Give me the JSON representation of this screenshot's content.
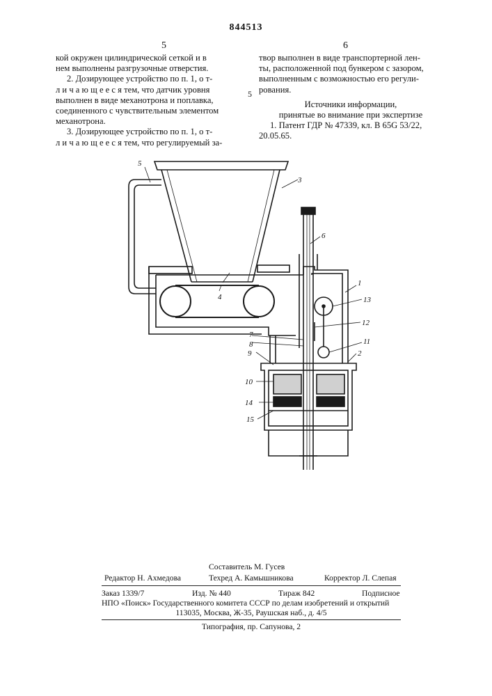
{
  "header": {
    "patent_number": "844513",
    "left_col_number": "5",
    "right_col_number": "6"
  },
  "left_column": {
    "line1": "кой окружен цилиндрической сеткой и в",
    "line2": "нем выполнены разгрузочные отверстия.",
    "claim2": {
      "l1": "2. Дозирующее устройство по п. 1, о т-",
      "l2": "л и ч а ю щ е е с я тем, что датчик уровня",
      "l3": "выполнен в виде механотрона и поплавка,",
      "l4": "соединенного с чувствительным элементом",
      "l5": "механотрона."
    },
    "claim3": {
      "l1": "3. Дозирующее устройство по п. 1, о т-",
      "l2": "л и ч а ю щ е е с я тем, что регулируемый за-"
    }
  },
  "right_column": {
    "l1": "твор выполнен в виде транспортерной лен-",
    "l2": "ты, расположенной под бункером с зазором,",
    "l3": "выполненным с возможностью его регули-",
    "l4": "рования.",
    "sources_title": "Источники информации,",
    "sources_sub": "принятые во внимание при экспертизе",
    "ref1": "1. Патент ГДР № 47339, кл. B 65G 53/22,",
    "ref1b": "20.05.65."
  },
  "margin_line_number": "5",
  "figure": {
    "labels": {
      "n1": "1",
      "n2": "2",
      "n3": "3",
      "n4": "4",
      "n5": "5",
      "n6": "6",
      "n7": "7",
      "n8": "8",
      "n9": "9",
      "n10": "10",
      "n11": "11",
      "n12": "12",
      "n13": "13",
      "n14": "14",
      "n15": "15"
    }
  },
  "imprint": {
    "compiler": "Составитель М. Гусев",
    "editor": "Редактор Н. Ахмедова",
    "techred": "Техред А. Камышникова",
    "corrector": "Корректор Л. Слепая",
    "order": "Заказ 1339/7",
    "edition": "Изд. № 440",
    "circulation": "Тираж 842",
    "subscription": "Подписное",
    "npo": "НПО «Поиск» Государственного комитета СССР по делам изобретений и открытий",
    "address": "113035, Москва, Ж-35, Раушская наб., д. 4/5",
    "typography": "Типография, пр. Сапунова, 2"
  }
}
